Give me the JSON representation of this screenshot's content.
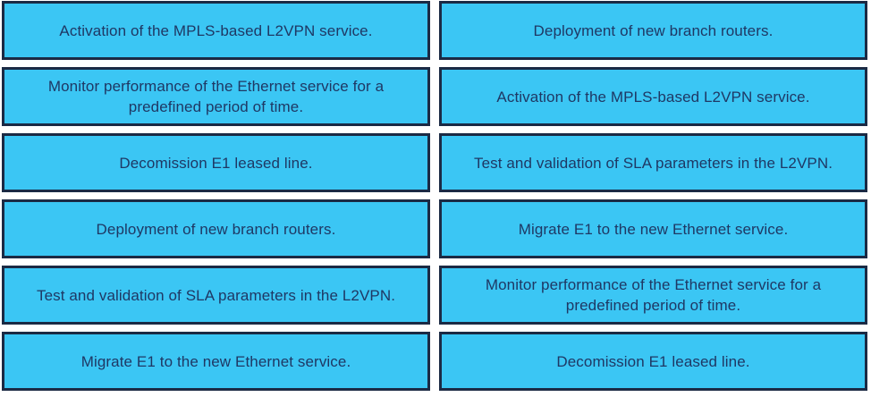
{
  "colors": {
    "card_fill": "#3BC6F4",
    "card_border": "#1B2A44",
    "card_text": "#1F3864",
    "page_background": "#FFFFFF"
  },
  "layout": {
    "columns": 2,
    "rows": 6
  },
  "left_column": {
    "name": "correct-order-column",
    "cards": [
      {
        "label": "Activation of the MPLS-based L2VPN service."
      },
      {
        "label": "Monitor performance of the Ethernet service for a predefined period of time."
      },
      {
        "label": "Decomission E1 leased line."
      },
      {
        "label": "Deployment of new branch routers."
      },
      {
        "label": "Test and validation of SLA parameters in the L2VPN."
      },
      {
        "label": "Migrate E1 to the new Ethernet service."
      }
    ]
  },
  "right_column": {
    "name": "answer-choices-column",
    "cards": [
      {
        "label": "Deployment of new branch routers."
      },
      {
        "label": "Activation of the MPLS-based L2VPN service."
      },
      {
        "label": "Test and validation of SLA parameters in the L2VPN."
      },
      {
        "label": "Migrate E1 to the new Ethernet service."
      },
      {
        "label": "Monitor performance of the Ethernet service for a predefined period of time."
      },
      {
        "label": "Decomission E1 leased line."
      }
    ]
  }
}
